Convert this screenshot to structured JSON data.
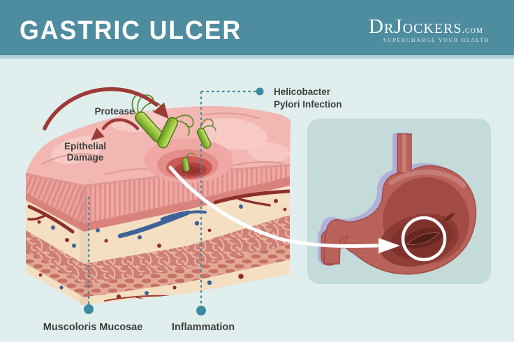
{
  "header": {
    "title": "GASTRIC ULCER",
    "logo": {
      "brand": "DrJockers",
      "tld": ".com",
      "tagline": "SUPERCHARGE YOUR HEALTH"
    }
  },
  "labels": {
    "protease": "Protease",
    "epithelial_line1": "Epithelial",
    "epithelial_line2": "Damage",
    "helicobacter_line1": "Helicobacter",
    "helicobacter_line2": "Pylori Infection",
    "muscularis": "Muscoloris Mucosae",
    "inflammation": "Inflammation"
  },
  "colors": {
    "header_bg": "#4E8CA0",
    "header_strip": "#AECFD7",
    "canvas_bg": "#E0EEED",
    "panel_bg": "#C4DBDA",
    "callout_teal": "#3E8AA0",
    "arrow_red": "#9C3B37",
    "bacteria_green": "#7FB13A",
    "tissue_pink": "#F2B7B2",
    "stomach_red": "#B9625A",
    "label_text": "#3E3E3E"
  }
}
